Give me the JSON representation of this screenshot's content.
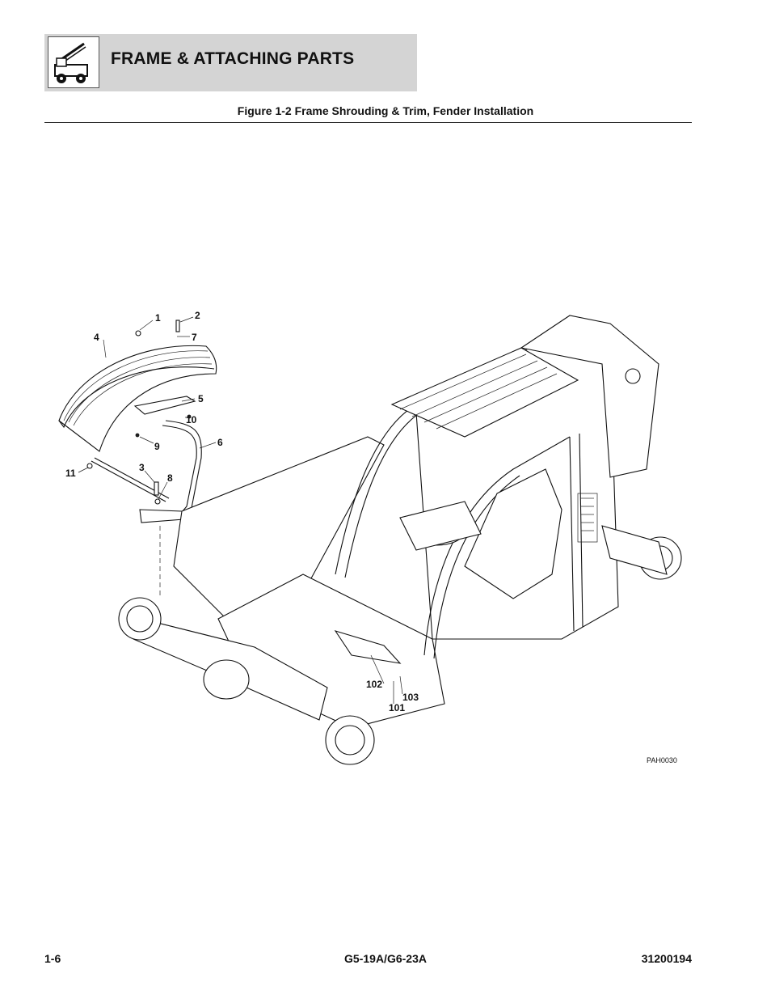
{
  "header": {
    "section_title": "FRAME & ATTACHING PARTS",
    "icon": "telehandler-machine-icon"
  },
  "figure": {
    "title": "Figure 1-2 Frame Shrouding & Trim, Fender Installation",
    "drawing_code": "PAH0030",
    "callouts": [
      "1",
      "2",
      "4",
      "7",
      "5",
      "10",
      "9",
      "6",
      "11",
      "3",
      "8",
      "102",
      "103",
      "101"
    ]
  },
  "footer": {
    "page_number": "1-6",
    "model": "G5-19A/G6-23A",
    "doc_number": "31200194"
  }
}
